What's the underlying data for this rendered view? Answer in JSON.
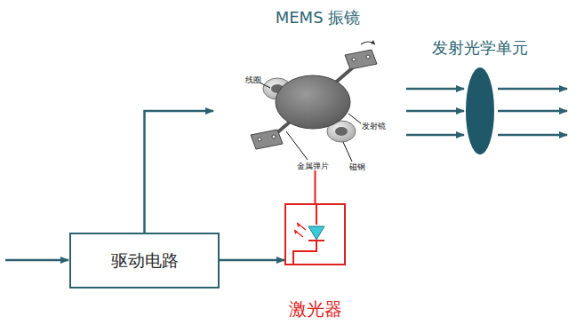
{
  "diagram": {
    "nodes": [
      {
        "text": [
          "MEMS 振镜"
        ]
      },
      {
        "text": [
          "发射光学单元"
        ]
      },
      {
        "text": [
          "驱动电路"
        ]
      },
      {
        "text": [
          "激光器"
        ]
      }
    ],
    "edges": [
      {
        "from": 2,
        "to": 0,
        "arrow": "to"
      },
      {
        "from": 2,
        "to": 3,
        "arrow": "to"
      },
      {
        "from": 3,
        "to": 0,
        "arrow": "none"
      },
      {
        "from": 0,
        "to": 1,
        "arrow": "to"
      }
    ],
    "labels": [
      "线圈",
      "发射镜",
      "金属弹片",
      "磁钢"
    ]
  }
}
